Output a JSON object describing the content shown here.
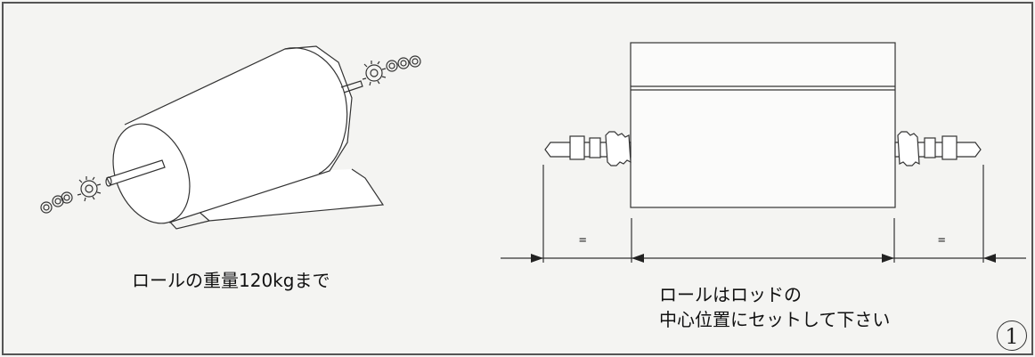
{
  "left_figure": {
    "caption": "ロールの重量120kgまで"
  },
  "right_figure": {
    "caption_line1": "ロールはロッドの",
    "caption_line2": "中心位置にセットして下さい",
    "equal_mark_left": "=",
    "equal_mark_right": "="
  },
  "step_number": "1"
}
